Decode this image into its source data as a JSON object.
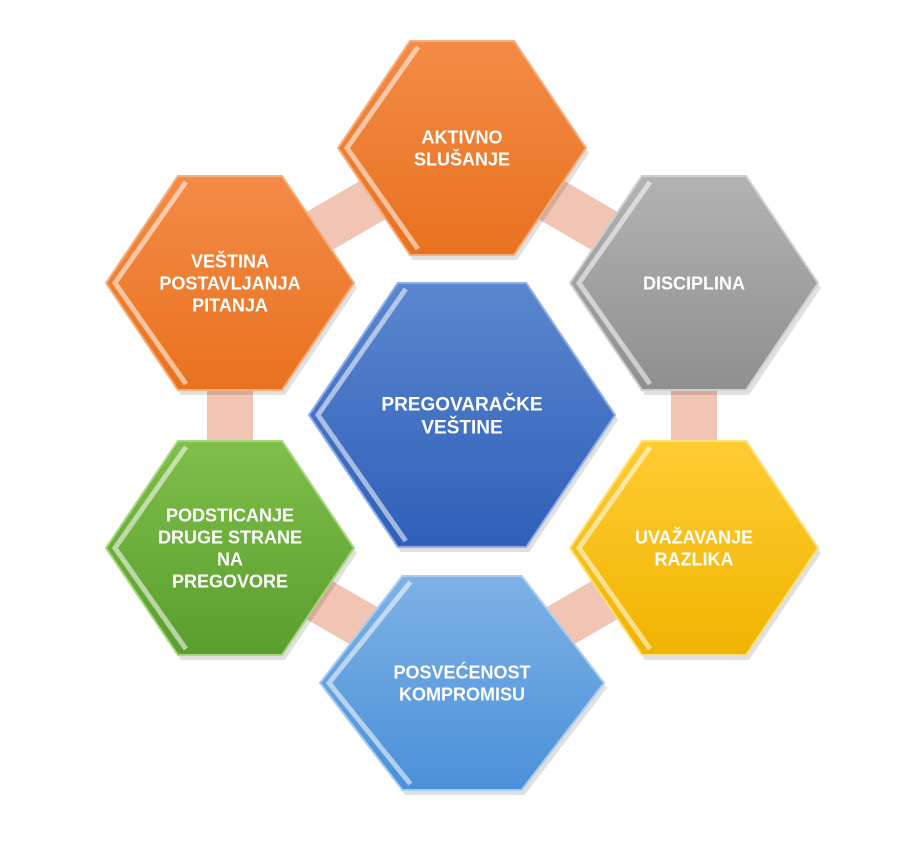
{
  "center": {
    "lines": [
      "PREGOVARAČKE",
      "VEŠTINE"
    ]
  },
  "items": [
    {
      "key": "aktivno-slusanje",
      "lines": [
        "AKTIVNO",
        "SLUŠANJE"
      ],
      "color_top": "#f48b46",
      "color_bottom": "#e8721f",
      "edge": "#f5b07e"
    },
    {
      "key": "disciplina",
      "lines": [
        "DISCIPLINA"
      ],
      "color_top": "#b3b3b3",
      "color_bottom": "#8f8f8f",
      "edge": "#cfcfcf"
    },
    {
      "key": "uvazavanje-razlika",
      "lines": [
        "UVAŽAVANJE",
        "RAZLIKA"
      ],
      "color_top": "#ffcc33",
      "color_bottom": "#f0b400",
      "edge": "#ffe07a"
    },
    {
      "key": "posvecenost-kompromisu",
      "lines": [
        "POSVEĆENOST",
        "KOMPROMISU"
      ],
      "color_top": "#7fb2e5",
      "color_bottom": "#4a90d9",
      "edge": "#a9cdf0"
    },
    {
      "key": "podsticanje-druge-strane",
      "lines": [
        "PODSTICANJE",
        "DRUGE STRANE",
        "NA",
        "PREGOVORE"
      ],
      "color_top": "#7fbf4a",
      "color_bottom": "#5a9e2e",
      "edge": "#a8d77e"
    },
    {
      "key": "vestina-postavljanja-pitanja",
      "lines": [
        "VEŠTINA",
        "POSTAVLJANJA",
        "PITANJA"
      ],
      "color_top": "#f48b46",
      "color_bottom": "#e8721f",
      "edge": "#f5b07e"
    }
  ],
  "colors": {
    "center_top": "#5b87cf",
    "center_bottom": "#2f5fb8",
    "center_edge": "#8fb0e6",
    "connector": "#f2c4b3",
    "text": "#ffffff"
  }
}
